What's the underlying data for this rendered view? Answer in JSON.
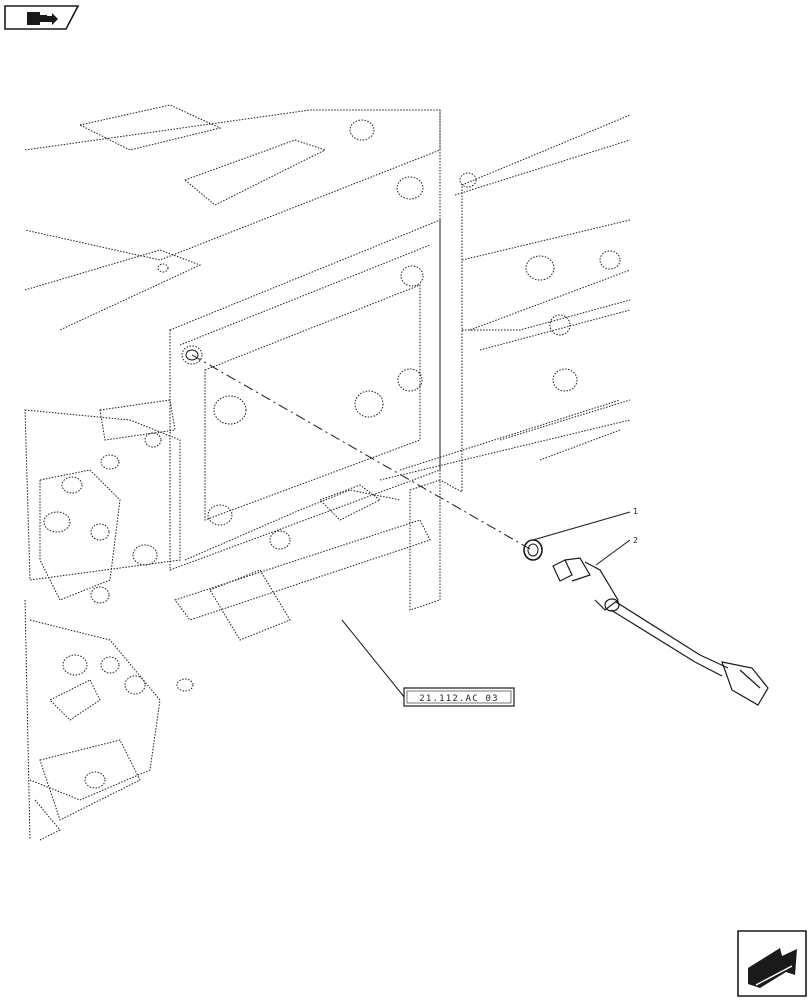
{
  "reference": {
    "label": "21.112.AC 03"
  },
  "callouts": {
    "item1": "1",
    "item2": "2"
  },
  "icons": {
    "top_left": "page-back-arrow-icon",
    "bottom_right": "page-forward-arrow-icon"
  },
  "colors": {
    "line": "#1a1a1a",
    "background": "#ffffff"
  }
}
